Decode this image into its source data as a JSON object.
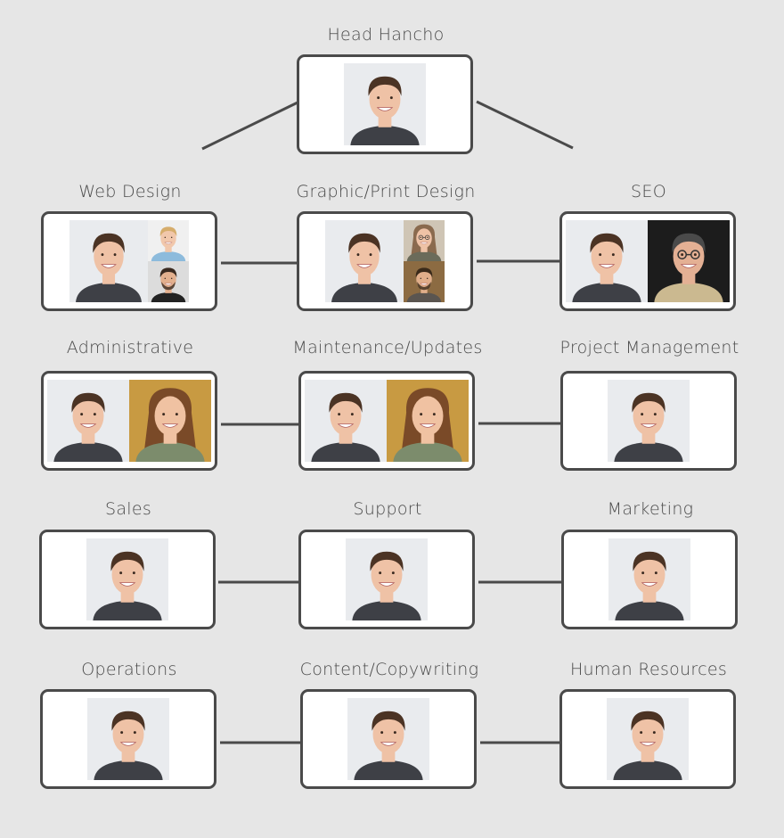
{
  "colors": {
    "background": "#e6e6e6",
    "border": "#4a4a4a",
    "text": "#4a4a4a"
  },
  "head": {
    "label": "Head Hancho",
    "layout": "single",
    "photos": [
      "main"
    ]
  },
  "departments": [
    {
      "label": "Web Design",
      "layout": "trio",
      "photos": [
        "main",
        "blond-man",
        "bearded-man"
      ]
    },
    {
      "label": "Graphic/Print Design",
      "layout": "trio",
      "photos": [
        "main",
        "glasses-woman",
        "young-man"
      ]
    },
    {
      "label": "SEO",
      "layout": "duo",
      "photos": [
        "main",
        "older-man"
      ]
    },
    {
      "label": "Administrative",
      "layout": "duo",
      "photos": [
        "main",
        "blonde-woman"
      ]
    },
    {
      "label": "Maintenance/Updates",
      "layout": "duo",
      "photos": [
        "main",
        "blonde-woman"
      ]
    },
    {
      "label": "Project Management",
      "layout": "single",
      "photos": [
        "main"
      ]
    },
    {
      "label": "Sales",
      "layout": "single",
      "photos": [
        "main"
      ]
    },
    {
      "label": "Support",
      "layout": "single",
      "photos": [
        "main"
      ]
    },
    {
      "label": "Marketing",
      "layout": "single",
      "photos": [
        "main"
      ]
    },
    {
      "label": "Operations",
      "layout": "single",
      "photos": [
        "main"
      ]
    },
    {
      "label": "Content/Copywriting",
      "layout": "single",
      "photos": [
        "main"
      ]
    },
    {
      "label": "Human Resources",
      "layout": "single",
      "photos": [
        "main"
      ]
    }
  ]
}
